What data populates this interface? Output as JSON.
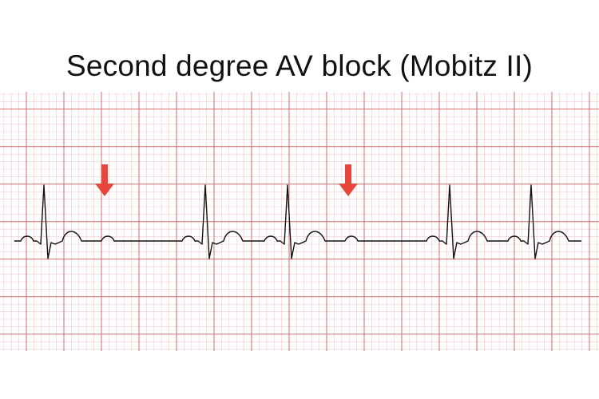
{
  "title": "Second degree AV block (Mobitz II)",
  "colors": {
    "background": "#ffffff",
    "grid_minor": "#f2c9c9",
    "grid_major": "#cf6f6f",
    "trace": "#111111",
    "arrow": "#e8453c"
  },
  "ecg": {
    "beats": [
      {
        "conducted": true
      },
      {
        "conducted": false
      },
      {
        "conducted": true
      },
      {
        "conducted": true
      },
      {
        "conducted": false
      },
      {
        "conducted": true
      },
      {
        "conducted": true
      }
    ],
    "blocked_beat_markers": [
      "down-arrow",
      "down-arrow"
    ]
  }
}
